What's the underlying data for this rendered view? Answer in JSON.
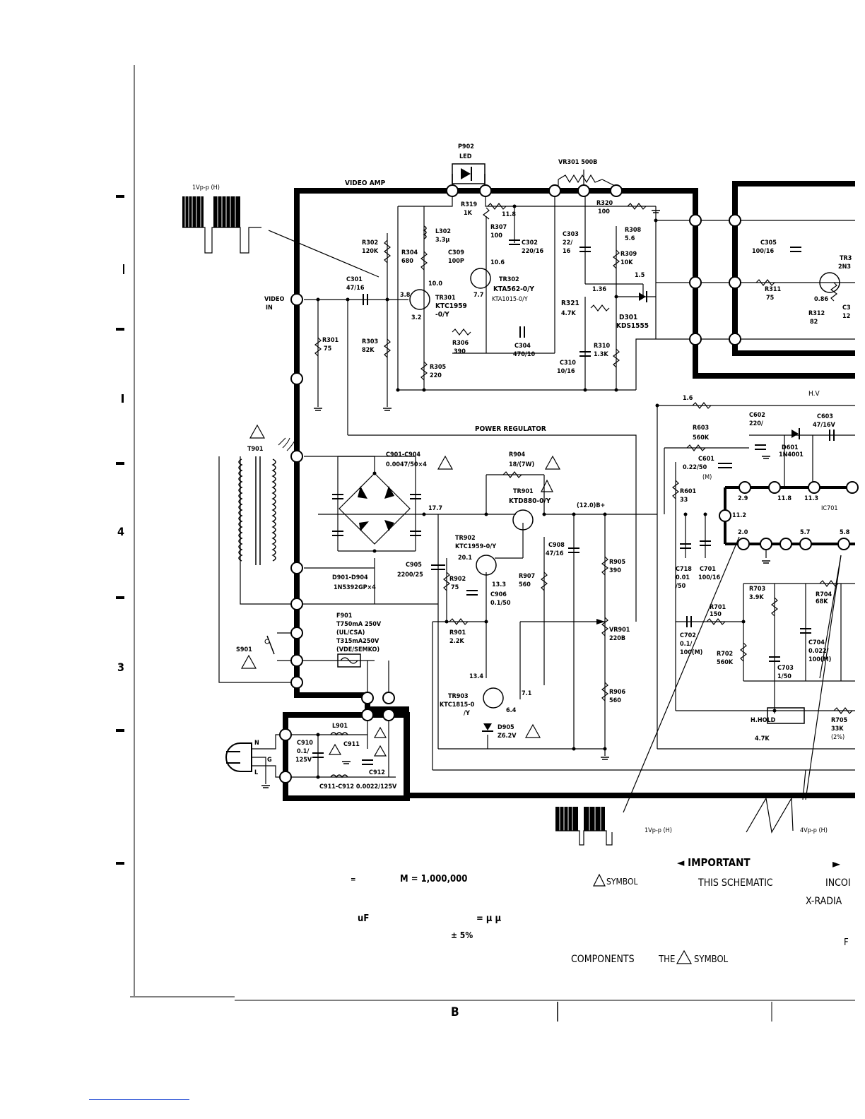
{
  "labels": {
    "p902": "P902",
    "led": "LED",
    "vr301": "VR301  500B",
    "video_amp": "VIDEO AMP",
    "wave1_amp": "1Vp-p  (H)",
    "r319": "R319",
    "r319_v": "1K",
    "v11_8": "11.8",
    "r320": "R320",
    "r320_v": "100",
    "r302": "R302",
    "r302_v": "120K",
    "l302": "L302",
    "l302_v": "3.3μ",
    "r307": "R307",
    "r307_v": "100",
    "c302": "C302",
    "c302_v": "220/16",
    "c303": "C303",
    "c303_v1": "22/",
    "c303_v2": "16",
    "r308": "R308",
    "r308_v": "5.6",
    "r304": "R304",
    "r304_v": "680",
    "c309": "C309",
    "c309_v": "100P",
    "v10_6": "10.6",
    "r309": "R309",
    "r309_v": "10K",
    "v1_5": "1.5",
    "c301": "C301",
    "c301_v": "47/16",
    "tr302": "TR302",
    "tr302_p": "KTA562-0/Y",
    "tr302_a": "KTA1015-0/Y",
    "v3_8": "3.8",
    "v10_0": "10.0",
    "v7_7": "7.7",
    "tr301": "TR301",
    "tr301_p": "KTC1959",
    "tr301_s": "-0/Y",
    "v1_36": "1.36",
    "r321": "R321",
    "r321_v": "4.7K",
    "video_in1": "VIDEO",
    "video_in2": "IN",
    "v3_2": "3.2",
    "d301": "D301",
    "d301_v": "KDS1555",
    "r301": "R301",
    "r301_v": "75",
    "r303": "R303",
    "r303_v": "82K",
    "r306": "R306",
    "r306_v": "390",
    "c304": "C304",
    "c304_v": "470/10",
    "r310": "R310",
    "r310_v": "1.3K",
    "c310": "C310",
    "c310_v": "10/16",
    "r305": "R305",
    "r305_v": "220",
    "c305": "C305",
    "c305_v": "100/16",
    "tr3x": "TR3",
    "tr3x_p": "2N3",
    "r311": "R311",
    "r311_v": "75",
    "v0_86": "0.86",
    "r312": "R312",
    "r312_v": "82",
    "c3x": "C3",
    "c3x_v": "12",
    "hv": "H.V",
    "v1_6": "1.6",
    "c602": "C602",
    "c602_v": "220/",
    "c603": "C603",
    "c603_v": "47/16V",
    "r603": "R603",
    "r603_v": "560K",
    "d601": "D601",
    "d601_v": "1N4001",
    "c601": "C601",
    "c601_v": "0.22/50",
    "c601_m": "(M)",
    "r601": "R601",
    "r601_v": "33",
    "v2_9": "2.9",
    "v11_8b": "11.8",
    "v11_3": "11.3",
    "ic701": "IC701",
    "v11_2": "11.2",
    "v2_0": "2.0",
    "v5_7": "5.7",
    "v5_8": "5.8",
    "power_regulator": "POWER REGULATOR",
    "t901": "T901",
    "c901": "C901-C904",
    "c901_v": "0.0047/50×4",
    "r904": "R904",
    "r904_v": "18/(7W)",
    "tr901": "TR901",
    "tr901_p": "KTD880-0/Y",
    "v17_7": "17.7",
    "v12b": "(12.0)B+",
    "tr902": "TR902",
    "tr902_p": "KTC1959-0/Y",
    "c908": "C908",
    "c908_v": "47/16",
    "v20_1": "20.1",
    "r905": "R905",
    "r905_v": "390",
    "c905": "C905",
    "c905_v": "2200/25",
    "r907": "R907",
    "r907_v": "560",
    "d901": "D901-D904",
    "d901_v": "1N5392GP×4",
    "r902": "R902",
    "r902_v": "75",
    "v13_3": "13.3",
    "c906": "C906",
    "c906_v": "0.1/50",
    "c718": "C718",
    "c718_v1": "0.01",
    "c718_v2": "/50",
    "c701": "C701",
    "c701_v": "100/16",
    "r703": "R703",
    "r703_v": "3.9K",
    "r704": "R704",
    "r704_v": "68K",
    "f901": "F901",
    "f901_v1": "T750mA 250V",
    "f901_v2": "(UL/CSA)",
    "f901_v3": "T315mA250V",
    "f901_v4": "(VDE/SEMKO)",
    "r901": "R901",
    "r901_v": "2.2K",
    "vr901": "VR901",
    "vr901_v": "220B",
    "r701": "R701",
    "r701_v": "150",
    "c702": "C702",
    "c702_v1": "0.1/",
    "c702_v2": "100(M)",
    "r702": "R702",
    "r702_v": "560K",
    "c704": "C704",
    "c704_v1": "0.022/",
    "c704_v2": "100(M)",
    "c703": "C703",
    "c703_v": "1/50",
    "s901": "S901",
    "v13_4": "13.4",
    "tr903": "TR903",
    "tr903_p": "KTC1815-0",
    "tr903_s": "/Y",
    "v7_1": "7.1",
    "v6_4": "6.4",
    "r906": "R906",
    "r906_v": "560",
    "d905": "D905",
    "d905_v": "Z6.2V",
    "l901": "L901",
    "c910": "C910",
    "c910_v1": "0.1/",
    "c910_v2": "125V",
    "c911": "C911",
    "c912": "C912",
    "c911_912": "C911-C912 0.0022/125V",
    "plug_n": "N",
    "plug_g": "G",
    "plug_l": "L",
    "hhold": "H.HOLD",
    "hhold_v": "4.7K",
    "r705": "R705",
    "r705_v1": "33K",
    "r705_v2": "(2%)",
    "wave2_amp": "1Vp-p (H)",
    "wave3_amp": "4Vp-p  (H)"
  },
  "footer": {
    "eq": "=",
    "mega": "M = 1,000,000",
    "symbol": "SYMBOL",
    "important": "◄ IMPORTANT",
    "arrow": "►",
    "schematic": "THIS SCHEMATIC",
    "incor": "INCOI",
    "xradia": "X-RADIA",
    "uf": "uF",
    "mumu": "= μ μ",
    "pm5": "± 5%",
    "f": "F",
    "components": "COMPONENTS",
    "the_symbol": "SYMBOL",
    "the": "THE",
    "sheet": "B"
  },
  "margin_marks": {
    "m1": "4",
    "m2": "3"
  }
}
